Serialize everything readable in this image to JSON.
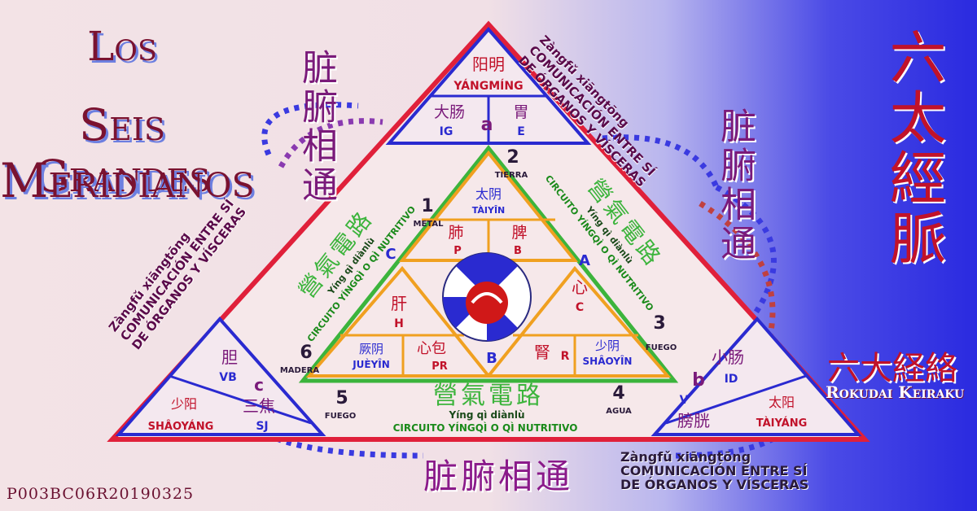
{
  "title": {
    "line1": "Los",
    "line2": "Seis Grandes",
    "line3": "Meridianos"
  },
  "code": "P003BC06R20190325",
  "zangfu_cn": "脏腑相通",
  "zangfu_pinyin": "Zàngfǔ xiāngtōng",
  "comm_line1": "COMUNICACIÓN ENTRE SÍ",
  "comm_line2": "DE ÓRGANOS Y VÍSCERAS",
  "big_right": "六太經脈",
  "rokudai_cn": "六大経絡",
  "rokudai_lat": "Rokudai Keiraku",
  "circuit": {
    "cn": "營氣電路",
    "pinyin": "Yíng qì diànlù",
    "caption": "CIRCUITO YÍNGQÌ O QÌ NUTRITIVO"
  },
  "top_triangle": {
    "name_cn": "阳明",
    "name_py": "YÁNGMÍNG",
    "left_cn": "大肠",
    "left_code": "IG",
    "right_cn": "胃",
    "right_code": "E",
    "letter": "a"
  },
  "left_triangle": {
    "name_cn": "少阳",
    "name_py": "SHÂOYÁNG",
    "top_cn": "胆",
    "top_code": "VB",
    "mid_cn": "三焦",
    "mid_code": "SJ",
    "letter": "c"
  },
  "right_triangle": {
    "name_cn": "太阳",
    "name_py": "TÀIYÁNG",
    "top_cn": "小肠",
    "top_code": "ID",
    "mid_cn": "膀胱",
    "mid_code": "V",
    "letter": "b"
  },
  "inner_top": {
    "name_cn": "太阴",
    "name_py": "TÀIYÎN",
    "left_cn": "肺",
    "left_code": "P",
    "right_cn": "脾",
    "right_code": "B"
  },
  "inner_left": {
    "top_cn": "肝",
    "top_code": "H",
    "name_cn": "厥阴",
    "name_py": "JUÈYÎN",
    "pair_cn": "心包",
    "pair_code": "PR"
  },
  "inner_right": {
    "top_cn": "心",
    "top_code": "C",
    "pair_cn": "腎",
    "pair_code": "R",
    "name_cn": "少阴",
    "name_py": "SHÂOYÎN"
  },
  "vertex_letters": {
    "A": "A",
    "B": "B",
    "C": "C"
  },
  "elements": [
    {
      "num": "1",
      "label": "METAL"
    },
    {
      "num": "2",
      "label": "TIERRA"
    },
    {
      "num": "3",
      "label": "FUEGO"
    },
    {
      "num": "4",
      "label": "AGUA"
    },
    {
      "num": "5",
      "label": "FUEGO"
    },
    {
      "num": "6",
      "label": "MADERA"
    }
  ],
  "colors": {
    "outer_triangle": "#e0203a",
    "inner_green": "#3cb43c",
    "orange": "#f0a020",
    "blue": "#2a2ad0",
    "purple": "#7a1a7a",
    "red_text": "#c1122a"
  }
}
